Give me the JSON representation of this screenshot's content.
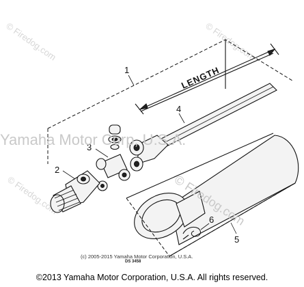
{
  "diagram": {
    "callouts": {
      "p1": "1",
      "p2": "2",
      "p3": "3",
      "p4": "4",
      "p5": "5",
      "p6": "6"
    },
    "length_label": "LENGTH",
    "credit_text": "(c) 2005-2015 Yamaha Motor Corporation, U.S.A.",
    "drawing_code": "DS 3458"
  },
  "watermarks": {
    "main": "Yamaha Motor Corp, U.S.A.",
    "firedog": "© Firedog.com",
    "firedog_corner": "© Firedog.com"
  },
  "footer": {
    "copyright": "©2013 Yamaha Motor Corporation, U.S.A. All rights reserved."
  }
}
